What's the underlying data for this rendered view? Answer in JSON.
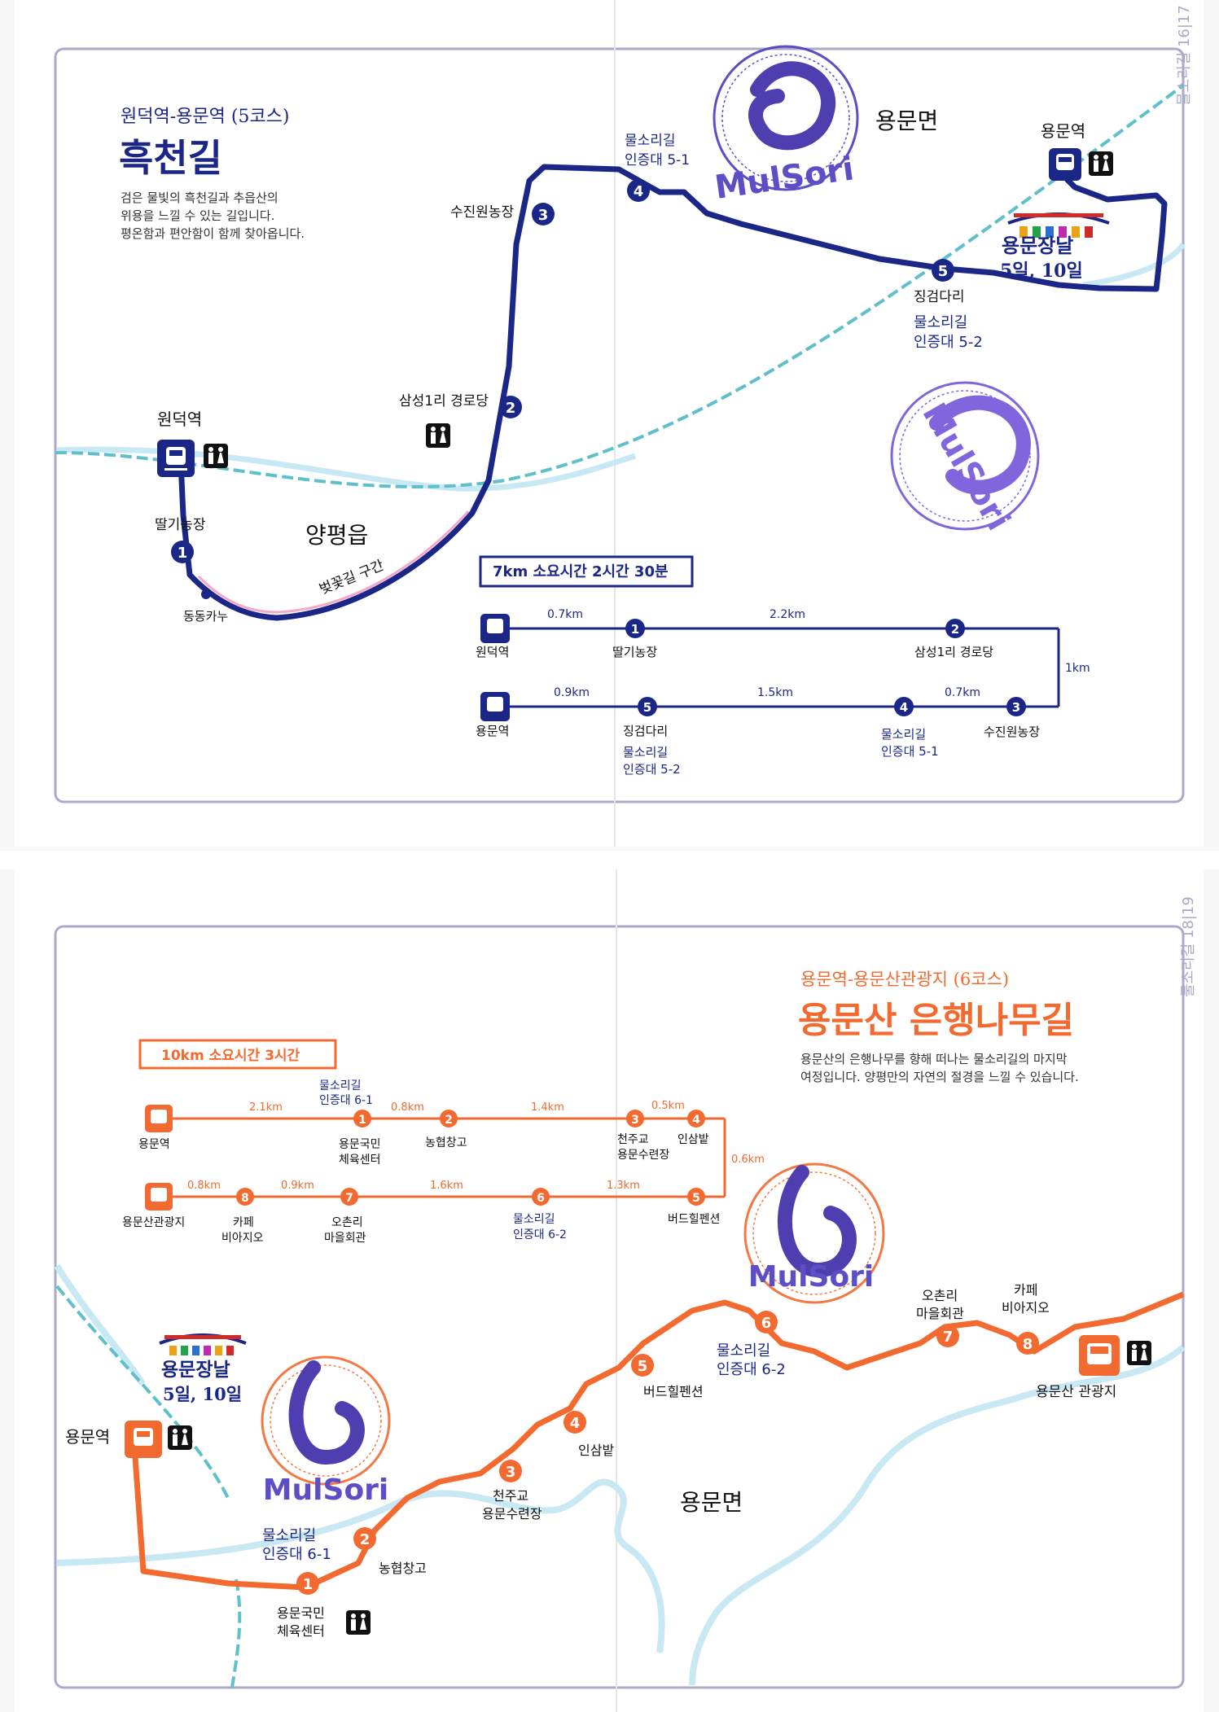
{
  "page1": {
    "page_num": "물소리길 16|17",
    "subtitle": "원덕역-용문역 (5코스)",
    "title": "흑천길",
    "desc": [
      "검은 물빛의 흑천길과 추읍산의",
      "위용을 느낄 수 있는 길입니다.",
      "평온함과 편안함이 함께 찾아옵니다."
    ],
    "region_label": "양평읍",
    "region_label_2": "용문면",
    "blossom_label": "벚꽃길 구간",
    "canoe_label": "동동카누",
    "station_start": "원덕역",
    "station_end": "용문역",
    "market_name": "용문장날",
    "market_days": "5일, 10일",
    "points": {
      "p1": "딸기농장",
      "p2": "삼성1리 경로당",
      "p3": "수진원농장",
      "p4": [
        "물소리길",
        "인증대 5-1"
      ],
      "p5": "징검다리",
      "p5_extra": [
        "물소리길",
        "인증대 5-2"
      ]
    },
    "stamp1": {
      "code": "5-1",
      "brand": "MulSori"
    },
    "stamp2": {
      "code": "5-2",
      "brand": "MulSori"
    },
    "summary": {
      "header": "7km  소요시간 2시간 30분",
      "row1": {
        "start": "원덕역",
        "d1": "0.7km",
        "n1": "1",
        "l1": "딸기농장",
        "d2": "2.2km",
        "n2": "2",
        "l2": "삼성1리 경로당"
      },
      "vert": "1km",
      "row2": {
        "start": "용문역",
        "d1": "0.9km",
        "n5": "5",
        "l5": "징검다리",
        "l5b": "물소리길",
        "l5c": "인증대 5-2",
        "d2": "1.5km",
        "n4": "4",
        "l4a": "물소리길",
        "l4b": "인증대 5-1",
        "d3": "0.7km",
        "n3": "3",
        "l3": "수진원농장"
      }
    }
  },
  "page2": {
    "page_num": "물소리길 18|19",
    "subtitle": "용문역-용문산관광지 (6코스)",
    "title": "용문산 은행나무길",
    "desc": [
      "용문산의 은행나무를 향해 떠나는 물소리길의 마지막",
      "여정입니다. 양평만의 자연의 절경을 느낄 수 있습니다."
    ],
    "region_label": "용문면",
    "station_start": "용문역",
    "end_label": "용문산 관광지",
    "market_name": "용문장날",
    "market_days": "5일, 10일",
    "points": {
      "p1": [
        "용문국민",
        "체육센터"
      ],
      "p1_top": [
        "물소리길",
        "인증대 6-1"
      ],
      "p2": "농협창고",
      "p3": [
        "천주교",
        "용문수련장"
      ],
      "p4": "인삼밭",
      "p5": "버드힐펜션",
      "p6": [
        "물소리길",
        "인증대 6-2"
      ],
      "p7": [
        "오촌리",
        "마을회관"
      ],
      "p8": [
        "카페",
        "비아지오"
      ]
    },
    "stamp1": {
      "code": "6-1",
      "brand": "MulSori"
    },
    "stamp2": {
      "code": "6-2",
      "brand": "MulSori"
    },
    "summary": {
      "header": "10km  소요시간 3시간",
      "row1": {
        "start": "용문역",
        "d1": "2.1km",
        "top1a": "물소리길",
        "top1b": "인증대 6-1",
        "l1a": "용문국민",
        "l1b": "체육센터",
        "d2": "0.8km",
        "l2": "농협창고",
        "d3": "1.4km",
        "l3a": "천주교",
        "l3b": "용문수련장",
        "d4": "0.5km",
        "l4": "인삼밭"
      },
      "vert": "0.6km",
      "row2": {
        "start": "용문산관광지",
        "d1": "0.8km",
        "l8a": "카페",
        "l8b": "비아지오",
        "d2": "0.9km",
        "l7a": "오촌리",
        "l7b": "마을회관",
        "d3": "1.6km",
        "l6a": "물소리길",
        "l6b": "인증대 6-2",
        "d4": "1.3km",
        "l5": "버드힐펜션"
      }
    }
  },
  "colors": {
    "navy": "#1b2787",
    "orange": "#f26a2f",
    "rail": "#5fbfca",
    "river": "#c8e9f4",
    "pink": "#f4a9c8",
    "frame": "#a9a9c9",
    "stamp_blue": "#4b3cc0",
    "stamp_purple": "#6a4bd6"
  }
}
